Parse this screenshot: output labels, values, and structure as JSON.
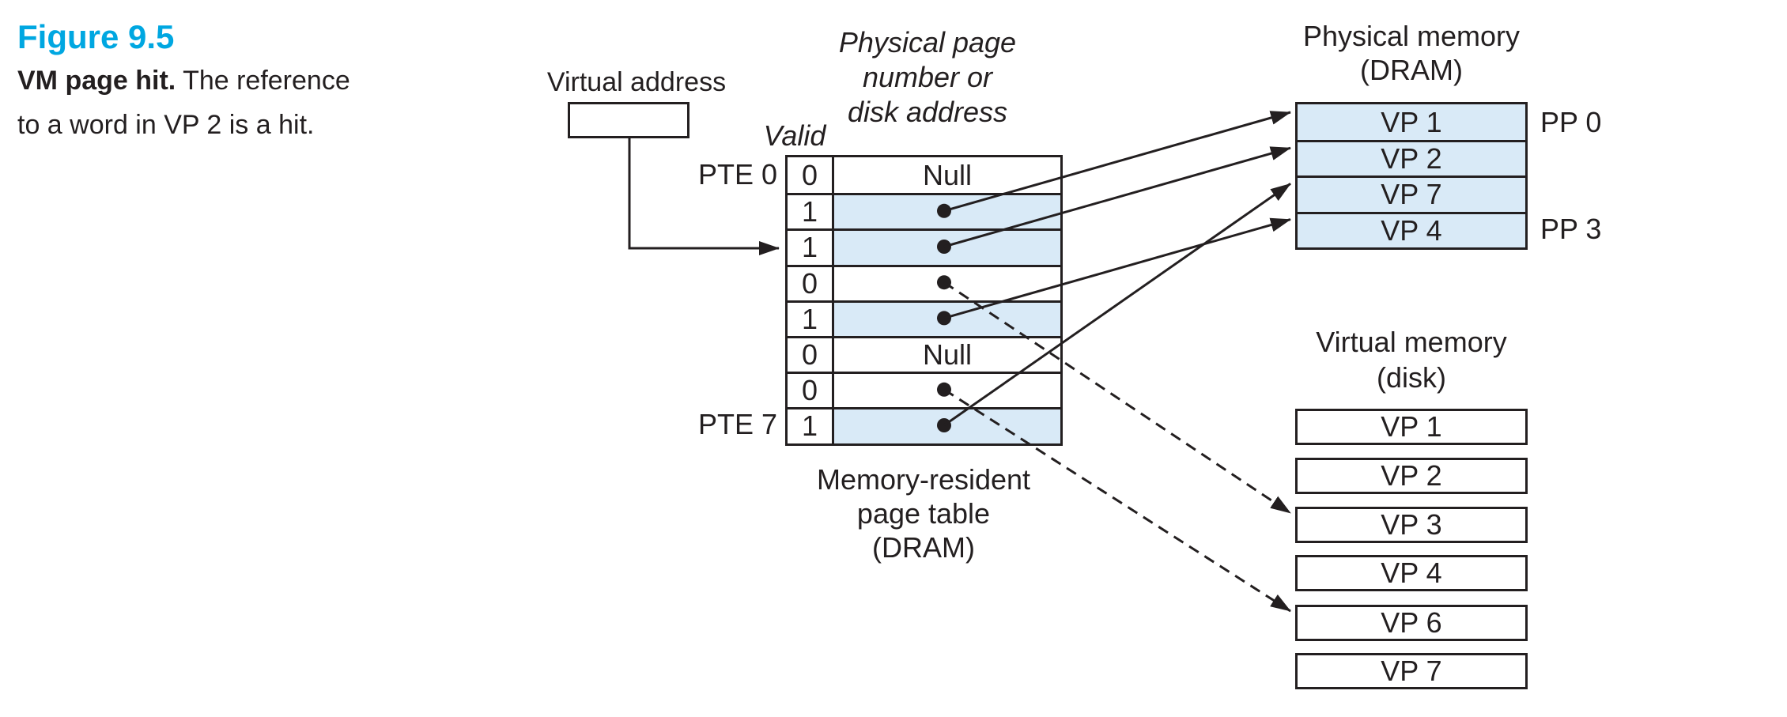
{
  "caption": {
    "figure_label": "Figure 9.5",
    "bold_intro": "VM page hit.",
    "line1_rest": " The reference",
    "line2": "to a word in VP 2 is a hit."
  },
  "labels": {
    "virtual_address": "Virtual address",
    "valid": "Valid",
    "pte_header_lines": [
      "Physical page",
      "number or",
      "disk address"
    ],
    "pte_first": "PTE 0",
    "pte_last": "PTE 7",
    "page_table_footer_lines": [
      "Memory-resident",
      "page table",
      "(DRAM)"
    ]
  },
  "page_table": {
    "rows": [
      {
        "valid": "0",
        "content": "Null",
        "highlighted": false,
        "pointer": null,
        "target": null
      },
      {
        "valid": "1",
        "content": "",
        "highlighted": true,
        "pointer": "solid",
        "target": "pm-0"
      },
      {
        "valid": "1",
        "content": "",
        "highlighted": true,
        "pointer": "solid",
        "target": "pm-1"
      },
      {
        "valid": "0",
        "content": "",
        "highlighted": false,
        "pointer": "dashed",
        "target": "vm-2"
      },
      {
        "valid": "1",
        "content": "",
        "highlighted": true,
        "pointer": "solid",
        "target": "pm-3"
      },
      {
        "valid": "0",
        "content": "Null",
        "highlighted": false,
        "pointer": null,
        "target": null
      },
      {
        "valid": "0",
        "content": "",
        "highlighted": false,
        "pointer": "dashed",
        "target": "vm-4"
      },
      {
        "valid": "1",
        "content": "",
        "highlighted": true,
        "pointer": "solid",
        "target": "pm-2"
      }
    ]
  },
  "physical_memory": {
    "title_lines": [
      "Physical memory",
      "(DRAM)"
    ],
    "rows": [
      "VP 1",
      "VP 2",
      "VP 7",
      "VP 4"
    ],
    "pp_labels": [
      {
        "text": "PP 0",
        "row_index": 0
      },
      {
        "text": "PP 3",
        "row_index": 3
      }
    ]
  },
  "virtual_memory": {
    "title_lines": [
      "Virtual memory",
      "(disk)"
    ],
    "rows": [
      "VP 1",
      "VP 2",
      "VP 3",
      "VP 4",
      "VP 6",
      "VP 7"
    ]
  },
  "colors": {
    "highlight_fill": "#d9eaf7",
    "figure_label": "#00a7e1",
    "line": "#231f20"
  }
}
